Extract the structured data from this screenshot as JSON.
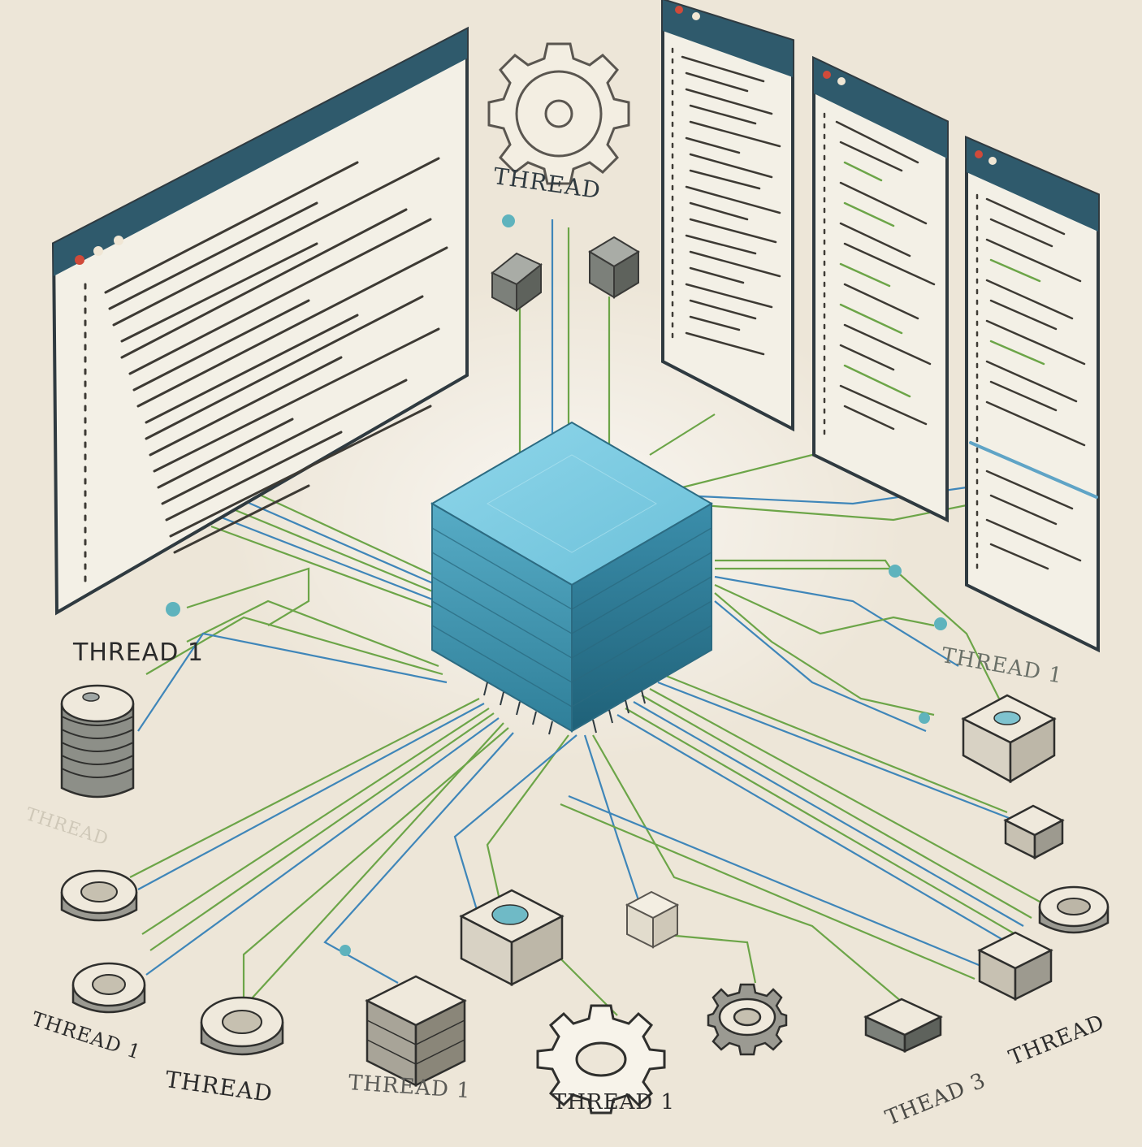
{
  "labels": {
    "top_center": "THREAD",
    "left": "THREAD 1",
    "left_faded": "THREAD",
    "right": "THREAD 1",
    "bottom_left_1": "THREAD 1",
    "bottom_left_2": "THREAD",
    "bottom_center_1": "THREAD 1",
    "bottom_center_2": "THREAD 1",
    "bottom_right_1": "THEAD 3",
    "bottom_right_2": "THREAD"
  },
  "colors": {
    "background": "#ede6d8",
    "window_titlebar": "#2f5a6c",
    "window_body": "#f3f0e6",
    "cube_top": "#7ccbe0",
    "cube_left": "#4ea2bd",
    "cube_right": "#2d7b98",
    "wire_green": "#6ca548",
    "wire_blue": "#3f86b9"
  }
}
